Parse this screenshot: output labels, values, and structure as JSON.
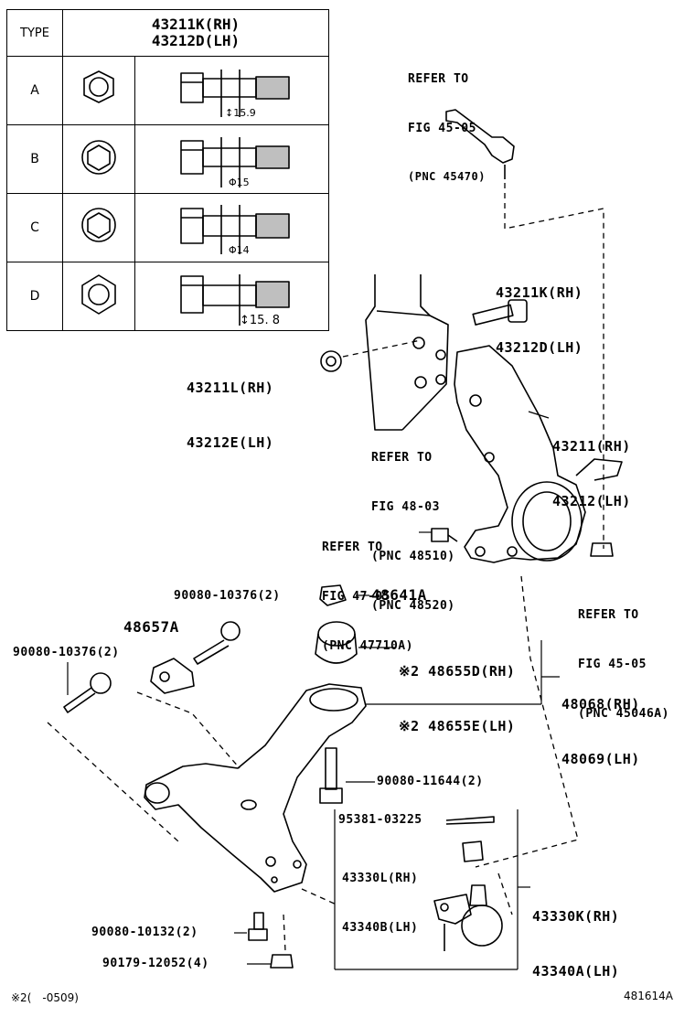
{
  "type_table": {
    "header_type": "TYPE",
    "header_part_rh": "43211K(RH)",
    "header_part_lh": "43212D(LH)",
    "rows": [
      {
        "type": "A",
        "dimension": "15.9"
      },
      {
        "type": "B",
        "dimension": "15"
      },
      {
        "type": "C",
        "dimension": "14"
      },
      {
        "type": "D",
        "dimension": "15. 8"
      }
    ]
  },
  "callouts": {
    "tie_rod_ref": [
      "REFER TO",
      "FIG 45-05",
      "(PNC 45470)"
    ],
    "bolt_k": [
      "43211K(RH)",
      "43212D(LH)"
    ],
    "nut_l": [
      "43211L(RH)",
      "43212E(LH)"
    ],
    "knuckle": [
      "43211(RH)",
      "43212(LH)"
    ],
    "strut_ref": [
      "REFER TO",
      "FIG 48-03",
      "(PNC 48510)",
      "(PNC 48520)"
    ],
    "brake_ref": [
      "REFER TO",
      "FIG 47-05",
      "(PNC 47710A)"
    ],
    "hub_ref": [
      "REFER TO",
      "FIG 45-05",
      "(PNC 45046A)"
    ],
    "bolt_10376_a": "90080-10376(2)",
    "nut_48641": "48641A",
    "bracket_48657": "48657A",
    "bolt_10376_b": "90080-10376(2)",
    "bushing": [
      "※2 48655D(RH)",
      "※2 48655E(LH)"
    ],
    "arm": [
      "48068(RH)",
      "48069(LH)"
    ],
    "bolt_11644": "90080-11644(2)",
    "cotter_pin": "95381-03225",
    "castle_nut": [
      "43330L(RH)",
      "43340B(LH)"
    ],
    "ball_joint": [
      "43330K(RH)",
      "43340A(LH)"
    ],
    "bolt_10132": "90080-10132(2)",
    "nut_12052": "90179-12052(4)"
  },
  "footer": {
    "note": "※2(　-0509)",
    "diagram_id": "481614A"
  }
}
